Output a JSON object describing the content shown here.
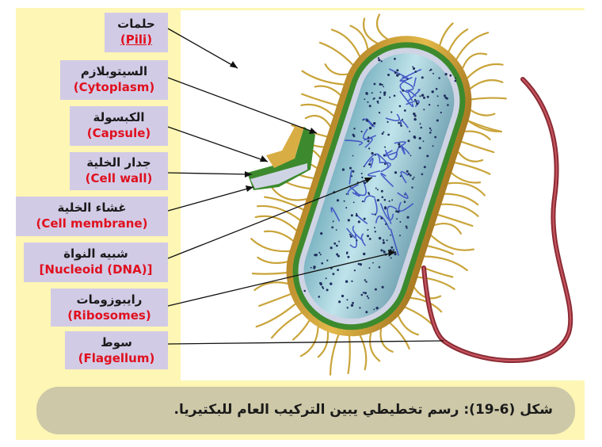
{
  "labels": [
    {
      "id": "pili",
      "ar": "حلمات",
      "en": "(Pili)"
    },
    {
      "id": "cytoplasm",
      "ar": "السيتوبلازم",
      "en": "(Cytoplasm)"
    },
    {
      "id": "capsule",
      "ar": "الكبسولة",
      "en": "(Capsule)"
    },
    {
      "id": "cell-wall",
      "ar": "جدار الخلية",
      "en": "(Cell wall)"
    },
    {
      "id": "cell-membrane",
      "ar": "غشاء الخلية",
      "en": "(Cell membrane)"
    },
    {
      "id": "nucleoid",
      "ar": "شبيه النواة",
      "en": "[Nucleoid (DNA)]"
    },
    {
      "id": "ribosomes",
      "ar": "رايبوزومات",
      "en": "(Ribosomes)"
    },
    {
      "id": "flagellum",
      "ar": "سوط",
      "en": "(Flagellum)"
    }
  ],
  "caption": {
    "prefix": "شكل",
    "number": "(6-19):",
    "text": "رسم تخطيطي يبين التركيب العام للبكتيريا."
  },
  "colors": {
    "label_bg": "#d2cbe6",
    "label_en": "#e0101e",
    "frame": "#fdf6b4",
    "caption_bg": "#cdc8a8"
  }
}
